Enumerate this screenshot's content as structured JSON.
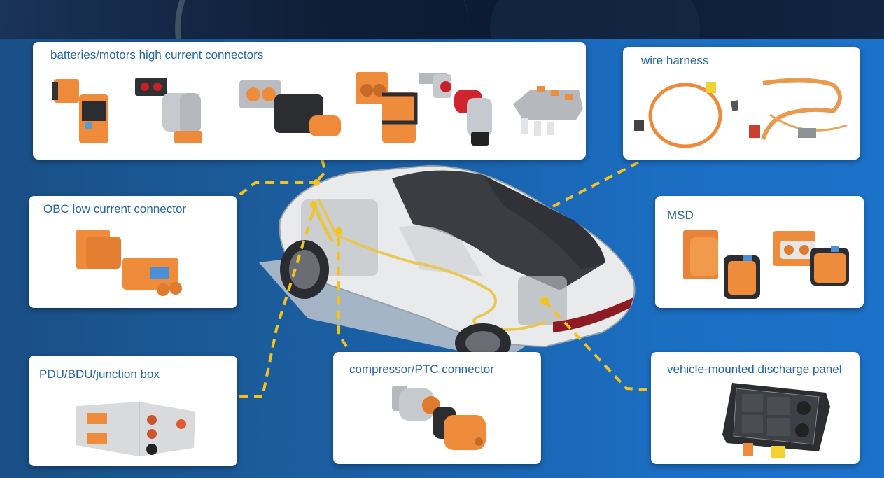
{
  "diagram": {
    "subject": "Electric vehicle high-voltage connector applications",
    "colors": {
      "background": "#1b62ab",
      "card": "#ffffff",
      "title_text": "#2464a8",
      "leader_line": "#f4c21f",
      "product_orange": "#ee8a3a"
    },
    "cards": [
      {
        "id": "batteries",
        "title": "batteries/motors high current connectors"
      },
      {
        "id": "wire-harness",
        "title": "wire harness"
      },
      {
        "id": "obc",
        "title": "OBC low current connector"
      },
      {
        "id": "msd",
        "title": "MSD"
      },
      {
        "id": "pdu",
        "title": "PDU/BDU/junction box"
      },
      {
        "id": "compressor",
        "title": "compressor/PTC connector"
      },
      {
        "id": "discharge",
        "title": "vehicle-mounted discharge panel"
      }
    ],
    "center_image": "cutaway electric SUV with highlighted yellow high-voltage wiring"
  }
}
